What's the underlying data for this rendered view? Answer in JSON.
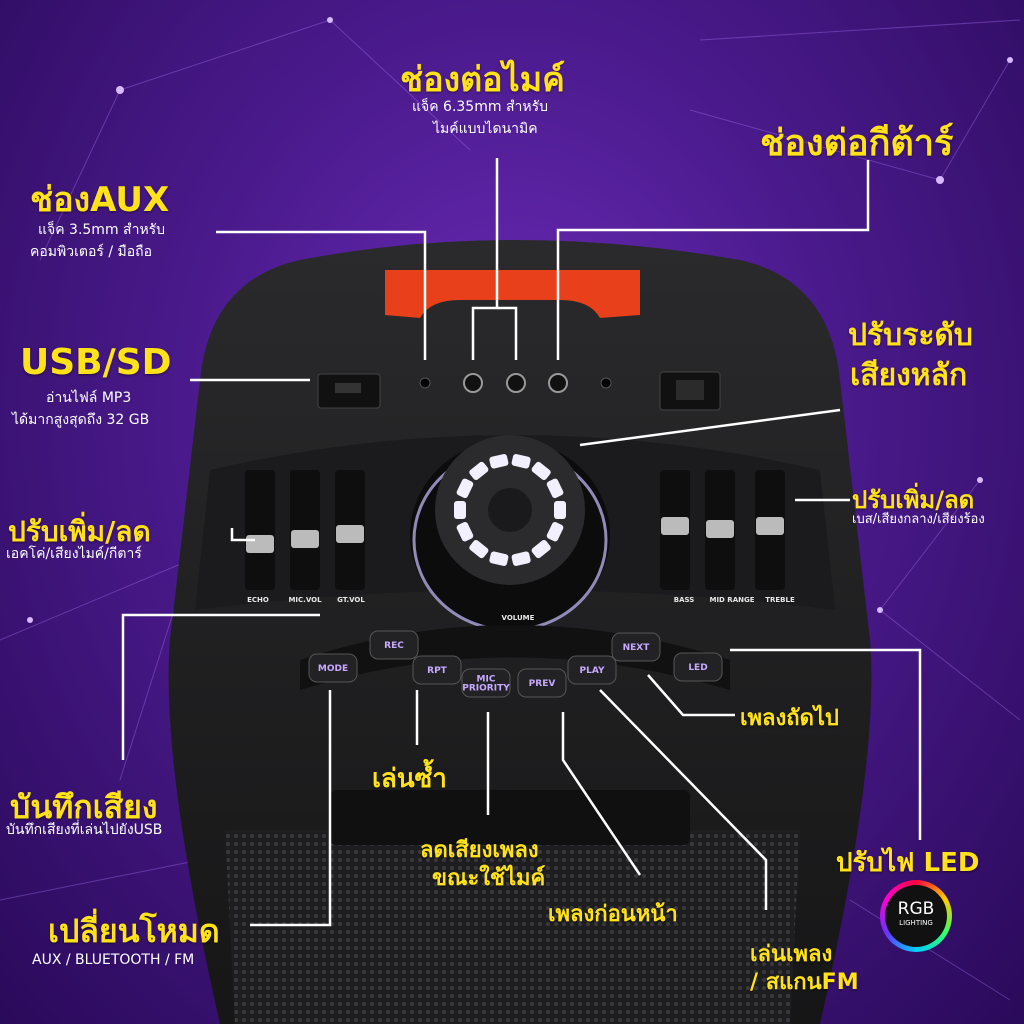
{
  "callouts": {
    "mic": {
      "title": "ช่องต่อไมค์",
      "sub1": "แจ็ค 6.35mm สำหรับ",
      "sub2": "ไมค์แบบไดนามิค"
    },
    "aux": {
      "title": "ช่องAUX",
      "sub1": "แจ็ค 3.5mm สำหรับ",
      "sub2": "คอมพิวเตอร์ / มือถือ"
    },
    "guitar": {
      "title": "ช่องต่อกีต้าร์"
    },
    "usb": {
      "title": "USB/SD",
      "sub1": "อ่านไฟล์ MP3",
      "sub2": "ได้มากสูงสุดถึง 32 GB"
    },
    "volume": {
      "title1": "ปรับระดับ",
      "title2": "เสียงหลัก"
    },
    "adjust_left": {
      "title": "ปรับเพิ่ม/ลด",
      "sub": "เอคโค่/เสียงไมค์/กีตาร์"
    },
    "adjust_right": {
      "title": "ปรับเพิ่ม/ลด",
      "sub": "เบส/เสียงกลาง/เสียงร้อง"
    },
    "record": {
      "title": "บันทึกเสียง",
      "sub": "บันทึกเสียงที่เล่นไปยังUSB"
    },
    "repeat": {
      "title": "เล่นซ้ำ"
    },
    "mic_priority": {
      "title1": "ลดเสียงเพลง",
      "title2": "ขณะใช้ไมค์"
    },
    "prev": {
      "title": "เพลงก่อนหน้า"
    },
    "next": {
      "title": "เพลงถัดไป"
    },
    "led": {
      "title": "ปรับไฟ LED"
    },
    "play": {
      "title1": "เล่นเพลง",
      "title2": "/ สแกนFM"
    },
    "mode": {
      "title": "เปลี่ยนโหมด",
      "sub": "AUX / BLUETOOTH / FM"
    }
  },
  "panel": {
    "sliders_left": [
      "ECHO",
      "MIC.VOL",
      "GT.VOL"
    ],
    "sliders_right": [
      "BASS",
      "MID RANGE",
      "TREBLE"
    ],
    "volume_label": "VOLUME",
    "buttons": [
      "MODE",
      "REC",
      "RPT",
      "MIC PRIORITY",
      "PREV",
      "PLAY",
      "NEXT",
      "LED"
    ]
  },
  "badge": {
    "line1": "RGB",
    "line2": "LIGHTING"
  },
  "colors": {
    "accent": "#ffe21a",
    "handle": "#e8401a",
    "button_text": "#c7a9ff"
  }
}
